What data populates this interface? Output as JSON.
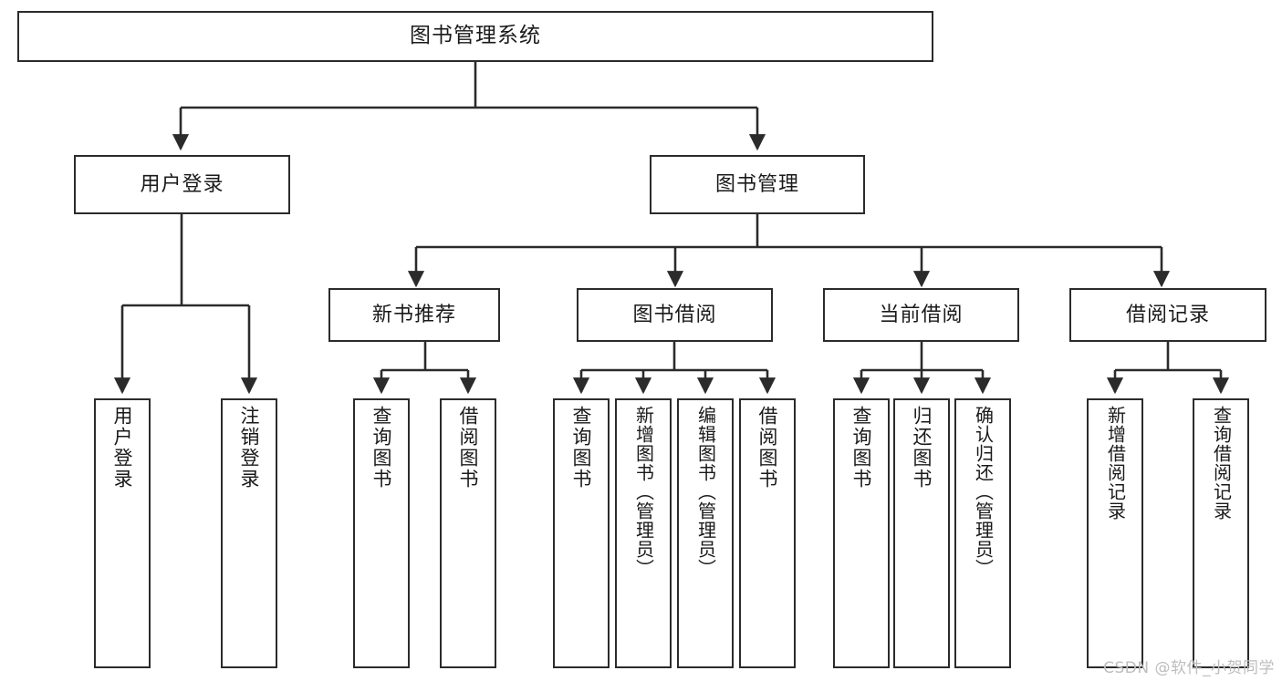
{
  "diagram": {
    "type": "tree-hierarchy-chart",
    "title": "图书管理系统",
    "orientation": "top-down",
    "box_fill": "#ffffff",
    "box_stroke": "#2b2b2b",
    "text_color": "#1a1a1a",
    "watermark": "CSDN @软件_小贺同学"
  },
  "nodes": {
    "root": {
      "label": "图书管理系统"
    },
    "level2": [
      {
        "id": "user-login",
        "label": "用户登录"
      },
      {
        "id": "book-management",
        "label": "图书管理"
      }
    ],
    "level3": [
      {
        "id": "new-book-recommend",
        "label": "新书推荐"
      },
      {
        "id": "book-borrow",
        "label": "图书借阅"
      },
      {
        "id": "current-borrow",
        "label": "当前借阅"
      },
      {
        "id": "borrow-record",
        "label": "借阅记录"
      }
    ],
    "leaves": {
      "user-login": [
        {
          "id": "leaf-user-login",
          "label": "用户登录"
        },
        {
          "id": "leaf-logout-login",
          "label": "注销登录"
        }
      ],
      "new-book-recommend": [
        {
          "id": "leaf-query-book-1",
          "label": "查询图书"
        },
        {
          "id": "leaf-borrow-book-1",
          "label": "借阅图书"
        }
      ],
      "book-borrow": [
        {
          "id": "leaf-query-book-2",
          "label": "查询图书"
        },
        {
          "id": "leaf-add-book",
          "label": "新增图书（管理员）"
        },
        {
          "id": "leaf-edit-book",
          "label": "编辑图书（管理员）"
        },
        {
          "id": "leaf-borrow-book-2",
          "label": "借阅图书"
        }
      ],
      "current-borrow": [
        {
          "id": "leaf-query-book-3",
          "label": "查询图书"
        },
        {
          "id": "leaf-return-book",
          "label": "归还图书"
        },
        {
          "id": "leaf-confirm-return",
          "label": "确认归还（管理员）"
        }
      ],
      "borrow-record": [
        {
          "id": "leaf-add-record",
          "label": "新增借阅记录"
        },
        {
          "id": "leaf-query-record",
          "label": "查询借阅记录"
        }
      ]
    }
  }
}
